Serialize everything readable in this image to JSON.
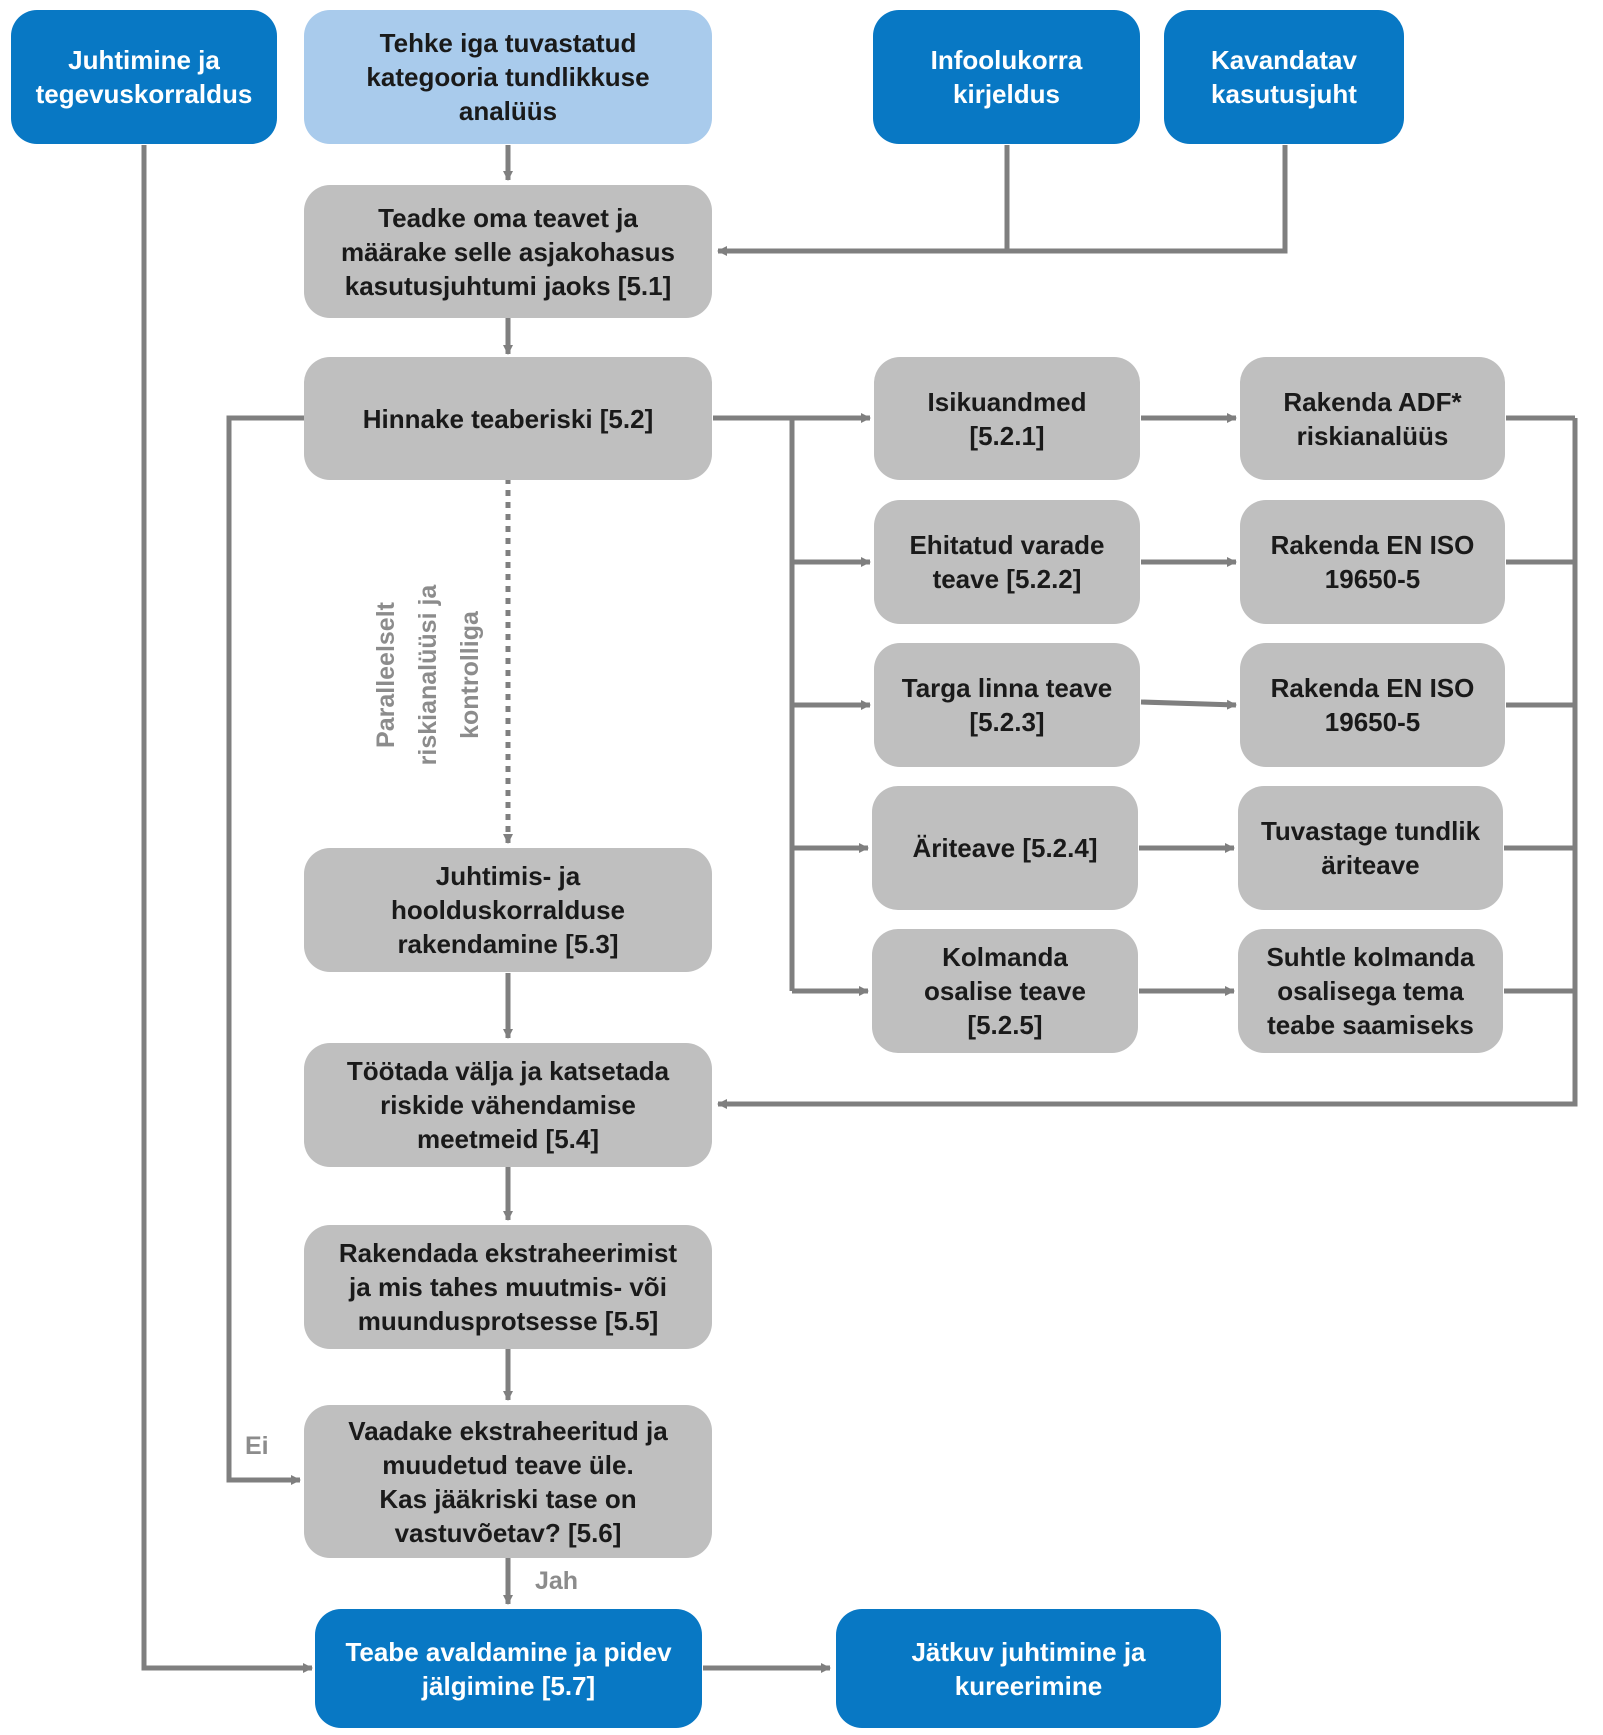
{
  "nodes": {
    "juhtimine": "Juhtimine ja\ntegevuskorraldus",
    "tundlikkus": "Tehke iga tuvastatud\nkategooria tundlikkuse\nanalüüs",
    "infoolukord": "Infoolukorra\nkirjeldus",
    "kasutusjuht": "Kavandatav\nkasutusjuht",
    "teadke": "Teadke oma teavet ja\nmäärake selle asjakohasus\nkasutusjuhtumi jaoks [5.1]",
    "hinnake": "Hinnake teaberiski [5.2]",
    "isikuandmed": "Isikuandmed\n[5.2.1]",
    "ehitatud": "Ehitatud varade\nteave [5.2.2]",
    "targa": "Targa linna teave\n[5.2.3]",
    "ariteave": "Äriteave [5.2.4]",
    "kolmanda": "Kolmanda\nosalise teave\n[5.2.5]",
    "adf": "Rakenda ADF*\nriskianalüüs",
    "iso1": "Rakenda EN ISO\n19650-5",
    "iso2": "Rakenda EN ISO\n19650-5",
    "tundlik": "Tuvastage tundlik\näriteave",
    "suhtle": "Suhtle kolmanda\nosalisega tema\nteabe saamiseks",
    "juhtimis_hooldus": "Juhtimis- ja\nhoolduskorralduse\nrakendamine [5.3]",
    "tootada": "Töötada välja ja katsetada\nriskide vähendamise\nmeetmeid [5.4]",
    "rakendada": "Rakendada ekstraheerimist\nja mis tahes muutmis- või\nmuundusprotsesse [5.5]",
    "vaadake": "Vaadake ekstraheeritud ja\nmuudetud teave üle.\nKas jääkriski tase on\nvastuvõetav? [5.6]",
    "avaldamine": "Teabe avaldamine ja pidev\njälgimine [5.7]",
    "jatkuv": "Jätkuv juhtimine ja\nkureerimine"
  },
  "labels": {
    "parallel": "Paralleelselt\nriskianalüüsi ja\nkontrolliga",
    "ei": "Ei",
    "jah": "Jah"
  },
  "colors": {
    "blue": "#0878c4",
    "light_blue": "#a9cbec",
    "grey_box": "#bfbfbf",
    "connector": "#7f7f7f"
  }
}
